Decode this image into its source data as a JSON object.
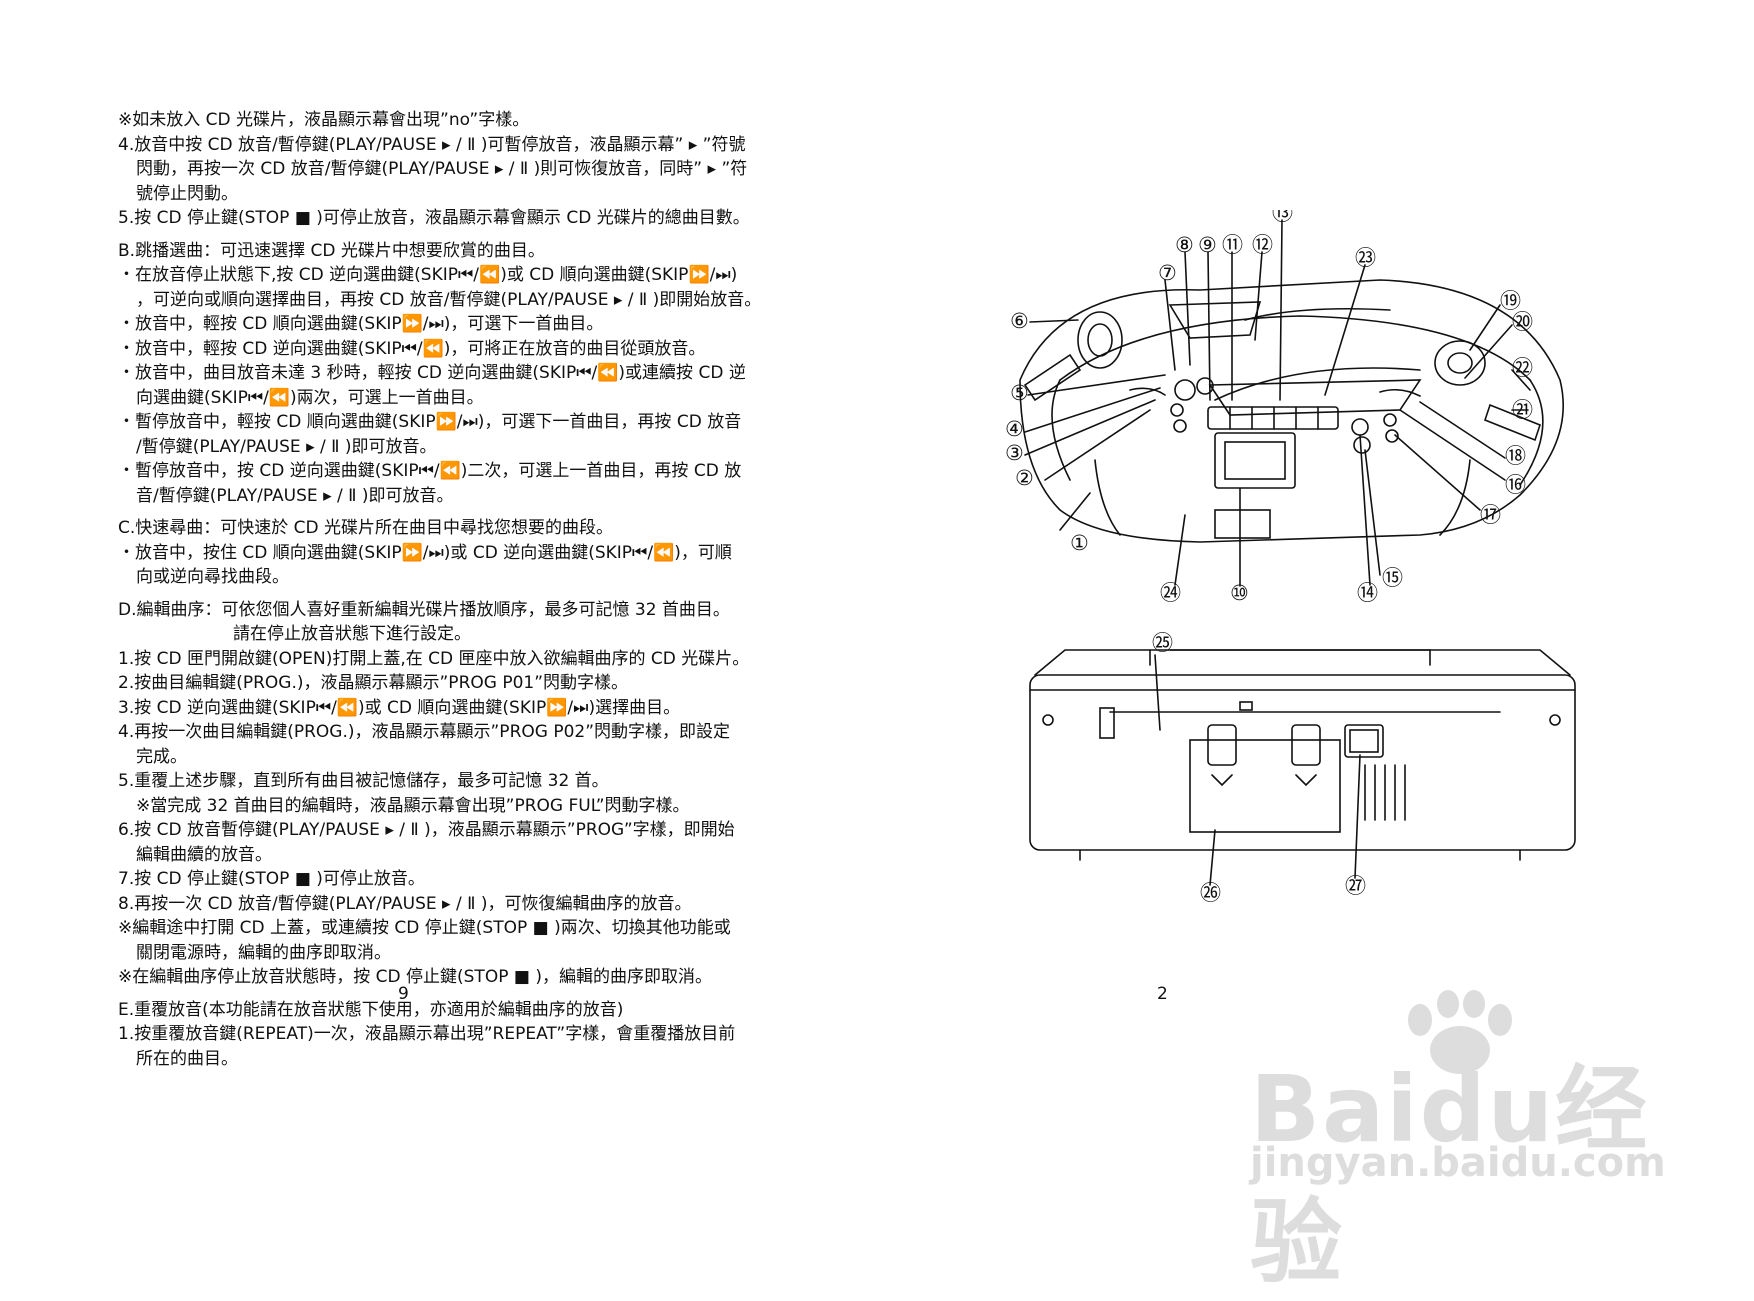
{
  "left_page": {
    "lines": [
      {
        "text": "※如未放入 CD 光碟片，液晶顯示幕會出現”no”字樣。",
        "cls": ""
      },
      {
        "text": "4.放音中按 CD 放音/暫停鍵(PLAY/PAUSE ▸ / Ⅱ )可暫停放音，液晶顯示幕” ▸ ”符號",
        "cls": ""
      },
      {
        "text": "閃動，再按一次 CD 放音/暫停鍵(PLAY/PAUSE ▸ / Ⅱ )則可恢復放音，同時” ▸ ”符",
        "cls": "ind"
      },
      {
        "text": "號停止閃動。",
        "cls": "ind"
      },
      {
        "text": "5.按 CD 停止鍵(STOP ■ )可停止放音，液晶顯示幕會顯示 CD 光碟片的總曲目數。",
        "cls": ""
      },
      {
        "text": "",
        "cls": "gap"
      },
      {
        "text": "B.跳播選曲：可迅速選擇 CD 光碟片中想要欣賞的曲目。",
        "cls": ""
      },
      {
        "text": "・在放音停止狀態下,按 CD 逆向選曲鍵(SKIP⏮/⏪)或 CD 順向選曲鍵(SKIP⏩/⏭)",
        "cls": ""
      },
      {
        "text": "，可逆向或順向選擇曲目，再按 CD 放音/暫停鍵(PLAY/PAUSE ▸ / Ⅱ )即開始放音。",
        "cls": "ind"
      },
      {
        "text": "・放音中，輕按 CD 順向選曲鍵(SKIP⏩/⏭)，可選下一首曲目。",
        "cls": ""
      },
      {
        "text": "・放音中，輕按 CD 逆向選曲鍵(SKIP⏮/⏪)，可將正在放音的曲目從頭放音。",
        "cls": ""
      },
      {
        "text": "・放音中，曲目放音未達 3 秒時，輕按 CD 逆向選曲鍵(SKIP⏮/⏪)或連續按 CD 逆",
        "cls": ""
      },
      {
        "text": "向選曲鍵(SKIP⏮/⏪)兩次，可選上一首曲目。",
        "cls": "ind"
      },
      {
        "text": "・暫停放音中，輕按 CD 順向選曲鍵(SKIP⏩/⏭)，可選下一首曲目，再按 CD 放音",
        "cls": ""
      },
      {
        "text": "/暫停鍵(PLAY/PAUSE ▸ / Ⅱ )即可放音。",
        "cls": "ind"
      },
      {
        "text": "・暫停放音中，按 CD 逆向選曲鍵(SKIP⏮/⏪)二次，可選上一首曲目，再按 CD 放",
        "cls": ""
      },
      {
        "text": "音/暫停鍵(PLAY/PAUSE ▸ / Ⅱ )即可放音。",
        "cls": "ind"
      },
      {
        "text": "",
        "cls": "gap"
      },
      {
        "text": "C.快速尋曲：可快速於 CD 光碟片所在曲目中尋找您想要的曲段。",
        "cls": ""
      },
      {
        "text": "・放音中，按住 CD 順向選曲鍵(SKIP⏩/⏭)或 CD 逆向選曲鍵(SKIP⏮/⏪)，可順",
        "cls": ""
      },
      {
        "text": "向或逆向尋找曲段。",
        "cls": "ind"
      },
      {
        "text": "",
        "cls": "gap"
      },
      {
        "text": "D.編輯曲序：可依您個人喜好重新編輯光碟片播放順序，最多可記憶 32 首曲目。",
        "cls": ""
      },
      {
        "text": "請在停止放音狀態下進行設定。",
        "cls": "ind3"
      },
      {
        "text": "1.按 CD 匣門開啟鍵(OPEN)打開上蓋,在 CD 匣座中放入欲編輯曲序的 CD 光碟片。",
        "cls": ""
      },
      {
        "text": "2.按曲目編輯鍵(PROG.)，液晶顯示幕顯示”PROG P01”閃動字樣。",
        "cls": ""
      },
      {
        "text": "3.按 CD 逆向選曲鍵(SKIP⏮/⏪)或 CD 順向選曲鍵(SKIP⏩/⏭)選擇曲目。",
        "cls": ""
      },
      {
        "text": "4.再按一次曲目編輯鍵(PROG.)，液晶顯示幕顯示”PROG  P02”閃動字樣，即設定",
        "cls": ""
      },
      {
        "text": "完成。",
        "cls": "ind"
      },
      {
        "text": "5.重覆上述步驟，直到所有曲目被記憶儲存，最多可記憶 32 首。",
        "cls": ""
      },
      {
        "text": "※當完成 32 首曲目的編輯時，液晶顯示幕會出現”PROG FUL”閃動字樣。",
        "cls": "ind"
      },
      {
        "text": "6.按 CD 放音暫停鍵(PLAY/PAUSE ▸ / Ⅱ )，液晶顯示幕顯示”PROG”字樣，即開始",
        "cls": ""
      },
      {
        "text": "編輯曲續的放音。",
        "cls": "ind"
      },
      {
        "text": "7.按 CD 停止鍵(STOP ■ )可停止放音。",
        "cls": ""
      },
      {
        "text": "8.再按一次 CD 放音/暫停鍵(PLAY/PAUSE ▸ / Ⅱ )，可恢復編輯曲序的放音。",
        "cls": ""
      },
      {
        "text": "※編輯途中打開 CD 上蓋，或連續按 CD 停止鍵(STOP ■ )兩次、切換其他功能或",
        "cls": ""
      },
      {
        "text": "關閉電源時，編輯的曲序即取消。",
        "cls": "ind"
      },
      {
        "text": "※在編輯曲序停止放音狀態時，按 CD 停止鍵(STOP ■ )，編輯的曲序即取消。",
        "cls": ""
      },
      {
        "text": "",
        "cls": "gap"
      },
      {
        "text": "E.重覆放音(本功能請在放音狀態下使用，亦適用於編輯曲序的放音)",
        "cls": ""
      },
      {
        "text": "1.按重覆放音鍵(REPEAT)一次，液晶顯示幕出現”REPEAT”字樣，會重覆播放目前",
        "cls": ""
      },
      {
        "text": "所在的曲目。",
        "cls": "ind"
      }
    ],
    "page_number": "9"
  },
  "right_page": {
    "page_number": "2",
    "callouts": [
      "①",
      "②",
      "③",
      "④",
      "⑤",
      "⑥",
      "⑦",
      "⑧",
      "⑨",
      "⑩",
      "⑪",
      "⑫",
      "⑬",
      "⑭",
      "⑮",
      "⑯",
      "⑰",
      "⑱",
      "⑲",
      "⑳",
      "㉑",
      "㉒",
      "㉓",
      "㉔",
      "㉕",
      "㉖",
      "㉗"
    ]
  },
  "watermark": {
    "brand": "Baidu经验",
    "url": "jingyan.baidu.com"
  }
}
